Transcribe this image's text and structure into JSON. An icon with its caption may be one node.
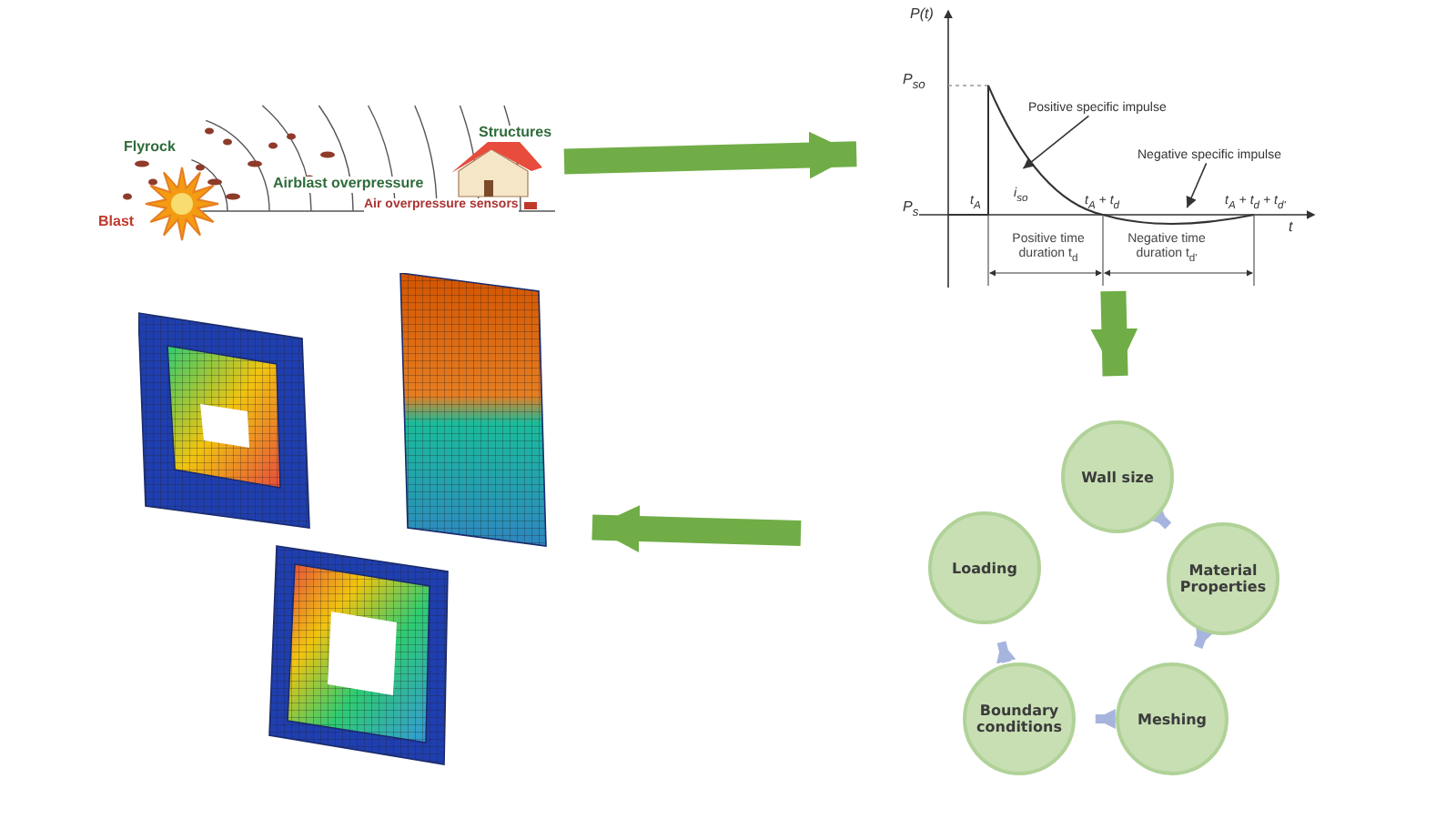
{
  "diagram": {
    "nodes": [
      {
        "text": [
          "Flyrock",
          "Airblast overpressure",
          "Structures",
          "Air overpressure sensors",
          "Blast"
        ]
      },
      {
        "text": [
          "P(t)",
          "P$_{so}$",
          "P$_{s}$",
          "t$_{A}$",
          "i$_{so}$",
          "t$_{A}$ + t$_{d}$",
          "t$_{A}$ + t$_{d}$ + t$_{d'}$",
          "t",
          "Positive time duration t$_{d}$",
          "Negative time duration t$_{d'}$"
        ]
      },
      {
        "text": [
          "Wall size"
        ]
      },
      {
        "text": [
          "Material Properties"
        ]
      },
      {
        "text": [
          "Meshing"
        ]
      },
      {
        "text": [
          "Boundary conditions"
        ]
      },
      {
        "text": [
          "Loading"
        ]
      },
      {
        "text": [],
        "shape": "picture"
      },
      {
        "text": [
          "Positive specific impulse"
        ],
        "in": 1
      },
      {
        "text": [
          "Negative specific impulse"
        ],
        "in": 1
      }
    ],
    "edges": [
      {
        "from": 0,
        "to": 1,
        "arrow": "to",
        "style": "thick",
        "color": "#70ad47"
      },
      {
        "from": 1,
        "to": 2,
        "arrow": "to",
        "style": "thick",
        "color": "#70ad47"
      },
      {
        "from": 2,
        "to": 3,
        "arrow": "to"
      },
      {
        "from": 3,
        "to": 4,
        "arrow": "to"
      },
      {
        "from": 4,
        "to": 5,
        "arrow": "to"
      },
      {
        "from": 5,
        "to": 6,
        "arrow": "to"
      },
      {
        "from": null,
        "to": 7,
        "arrow": "to",
        "style": "thick",
        "color": "#70ad47"
      },
      {
        "from": 8,
        "to": null,
        "arrow": "to",
        "color": "#333333"
      },
      {
        "from": 9,
        "to": null,
        "arrow": "to",
        "color": "#333333"
      }
    ]
  }
}
